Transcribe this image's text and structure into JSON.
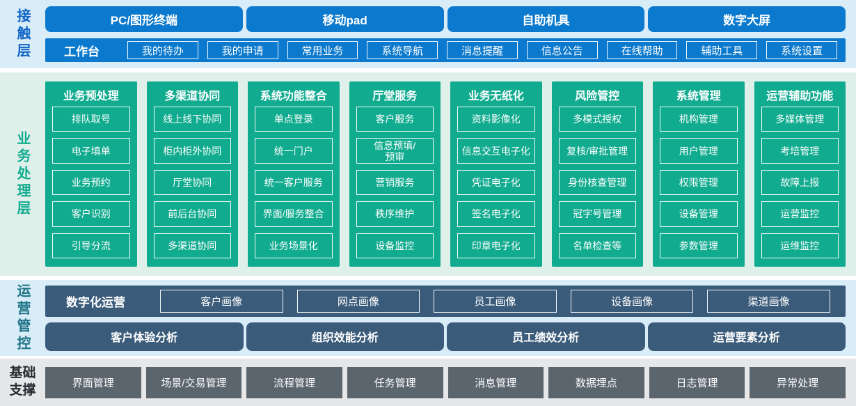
{
  "colors": {
    "blue": "#0b79cd",
    "light_blue_bg": "#d9edf9",
    "green": "#11ab8f",
    "mint_bg": "#dff0ea",
    "slate_blue": "#3b5b7a",
    "gray_box": "#5b656e",
    "gray_bg": "#e6e7e9"
  },
  "contact_layer": {
    "label": "接触层",
    "channels": [
      "PC/图形终端",
      "移动pad",
      "自助机具",
      "数字大屏"
    ],
    "workbench": {
      "label": "工作台",
      "items": [
        "我的待办",
        "我的申请",
        "常用业务",
        "系统导航",
        "消息提醒",
        "信息公告",
        "在线帮助",
        "辅助工具",
        "系统设置"
      ]
    }
  },
  "business_layer": {
    "label": "业务处理层",
    "columns": [
      {
        "title": "业务预处理",
        "items": [
          "排队取号",
          "电子填单",
          "业务预约",
          "客户识别",
          "引导分流"
        ]
      },
      {
        "title": "多渠道协同",
        "items": [
          "线上线下协同",
          "柜内柜外协同",
          "厅堂协同",
          "前后台协同",
          "多渠道协同"
        ]
      },
      {
        "title": "系统功能整合",
        "items": [
          "单点登录",
          "统一门户",
          "统一客户服务",
          "界面/服务整合",
          "业务场景化"
        ]
      },
      {
        "title": "厅堂服务",
        "items": [
          "客户服务",
          "信息预填/\n预审",
          "营销服务",
          "秩序维护",
          "设备监控"
        ]
      },
      {
        "title": "业务无纸化",
        "items": [
          "资料影像化",
          "信息交互电子化",
          "凭证电子化",
          "签名电子化",
          "印章电子化"
        ]
      },
      {
        "title": "风险管控",
        "items": [
          "多模式授权",
          "复核/审批管理",
          "身份核查管理",
          "冠字号管理",
          "名单检查等"
        ]
      },
      {
        "title": "系统管理",
        "items": [
          "机构管理",
          "用户管理",
          "权限管理",
          "设备管理",
          "参数管理"
        ]
      },
      {
        "title": "运营辅助功能",
        "items": [
          "多媒体管理",
          "考培管理",
          "故障上报",
          "运营监控",
          "运维监控"
        ]
      }
    ]
  },
  "ops_layer": {
    "label": "运营管控",
    "digital_ops": {
      "label": "数字化运营",
      "items": [
        "客户画像",
        "网点画像",
        "员工画像",
        "设备画像",
        "渠道画像"
      ]
    },
    "analysis": [
      "客户体验分析",
      "组织效能分析",
      "员工绩效分析",
      "运营要素分析"
    ]
  },
  "base_layer": {
    "label": "基础支撑",
    "items": [
      "界面管理",
      "场景/交易管理",
      "流程管理",
      "任务管理",
      "消息管理",
      "数据埋点",
      "日志管理",
      "异常处理"
    ]
  }
}
